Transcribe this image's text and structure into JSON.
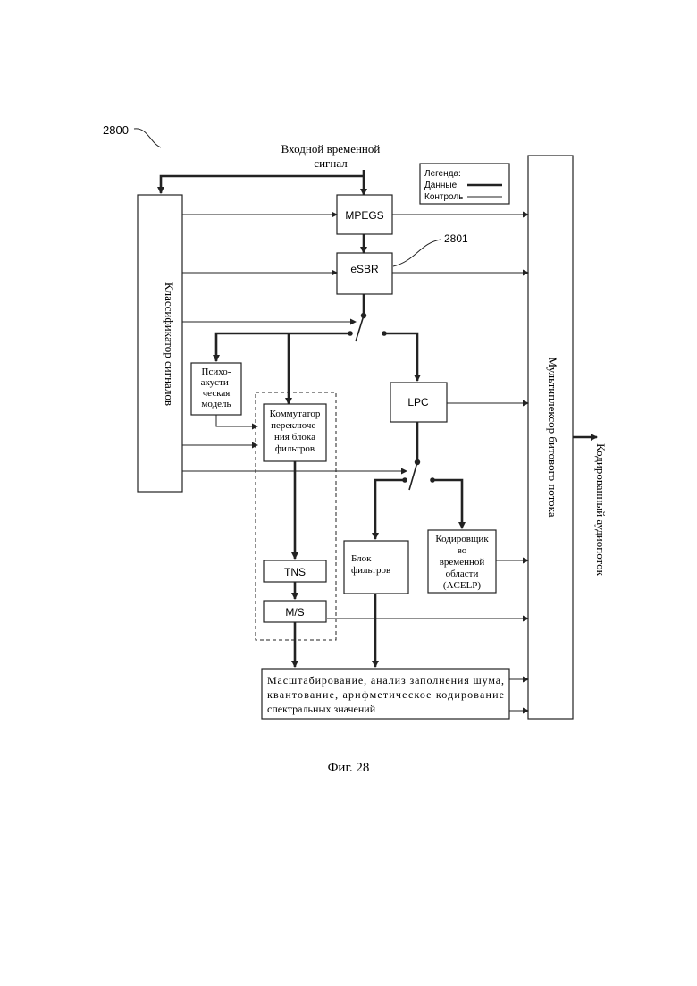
{
  "diagram": {
    "ref_main": "2800",
    "ref_esbr": "2801",
    "input_signal": [
      "Входной временной",
      "сигнал"
    ],
    "legend": {
      "title": "Легенда:",
      "data": "Данные",
      "control": "Контроль"
    },
    "blocks": {
      "mpegs": "MPEGS",
      "esbr": "eSBR",
      "lpc": "LPC",
      "tns": "TNS",
      "ms": "M/S",
      "classifier": "Классификатор сигналов",
      "multiplexer": "Мультиплексор битового потока",
      "psycho": [
        "Психо-",
        "акусти-",
        "ческая",
        "модель"
      ],
      "switch_fb": [
        "Коммутатор",
        "переключе-",
        "ния блока",
        "фильтров"
      ],
      "filterbank": [
        "Блок",
        "фильтров"
      ],
      "time_encoder": [
        "Кодировщик",
        "во",
        "временной",
        "области",
        "(ACELP)"
      ],
      "quant": [
        "Масштабирование, анализ заполнения шума,",
        "квантование, арифметическое кодирование",
        "спектральных значений"
      ]
    },
    "output": "Кодированный аудиопоток",
    "caption": "Фиг. 28"
  }
}
